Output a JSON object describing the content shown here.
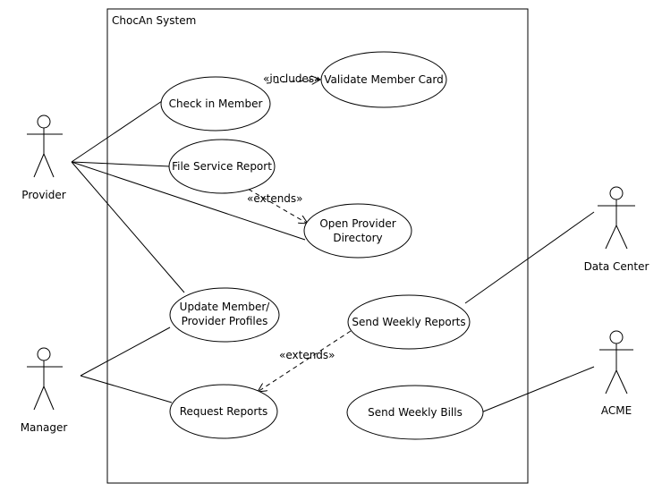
{
  "system": {
    "title": "ChocAn System"
  },
  "actors": {
    "provider": "Provider",
    "manager": "Manager",
    "data_center": "Data Center",
    "acme": "ACME"
  },
  "use_cases": {
    "check_in_member": "Check in Member",
    "validate_member_card": "Validate Member Card",
    "file_service_report": "File Service Report",
    "open_provider_directory": [
      "Open Provider",
      "Directory"
    ],
    "update_profiles": [
      "Update Member/",
      "Provider Profiles"
    ],
    "send_weekly_reports": "Send Weekly Reports",
    "request_reports": "Request Reports",
    "send_weekly_bills": "Send Weekly Bills"
  },
  "relationships": {
    "includes": "«includes»",
    "extends_1": "«extends»",
    "extends_2": "«extends»"
  }
}
